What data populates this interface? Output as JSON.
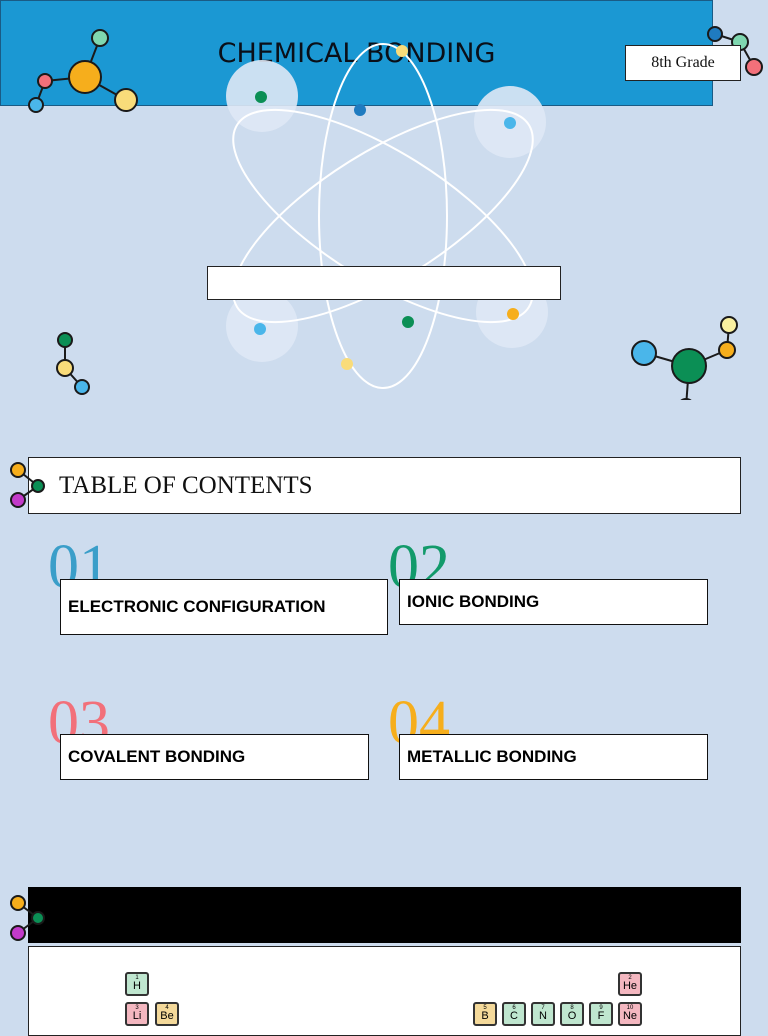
{
  "grade": "8th Grade",
  "title": "CHEMICAL BONDING",
  "subtitle": "",
  "toc": {
    "heading": "TABLE OF CONTENTS"
  },
  "sections": [
    {
      "number": "01",
      "label": "ELECTRONIC CONFIGURATION",
      "color": "#3a9ec9"
    },
    {
      "number": "02",
      "label": "IONIC BONDING",
      "color": "#129a6a"
    },
    {
      "number": "03",
      "label": "COVALENT BONDING",
      "color": "#f2707a"
    },
    {
      "number": "04",
      "label": "METALLIC BONDING",
      "color": "#f6ae1c"
    }
  ],
  "periodic_table": {
    "elements": [
      {
        "number": "1",
        "symbol": "H"
      },
      {
        "number": "2",
        "symbol": "He"
      },
      {
        "number": "3",
        "symbol": "Li"
      },
      {
        "number": "4",
        "symbol": "Be"
      },
      {
        "number": "5",
        "symbol": "B"
      },
      {
        "number": "6",
        "symbol": "C"
      },
      {
        "number": "7",
        "symbol": "N"
      },
      {
        "number": "8",
        "symbol": "O"
      },
      {
        "number": "9",
        "symbol": "F"
      },
      {
        "number": "10",
        "symbol": "Ne"
      }
    ]
  },
  "colors": {
    "background": "#cddcee",
    "banner": "#1b98d3",
    "nonmetal": "#bfe6cf",
    "noble_gas": "#f4b7c0",
    "metal": "#f4d99a"
  }
}
